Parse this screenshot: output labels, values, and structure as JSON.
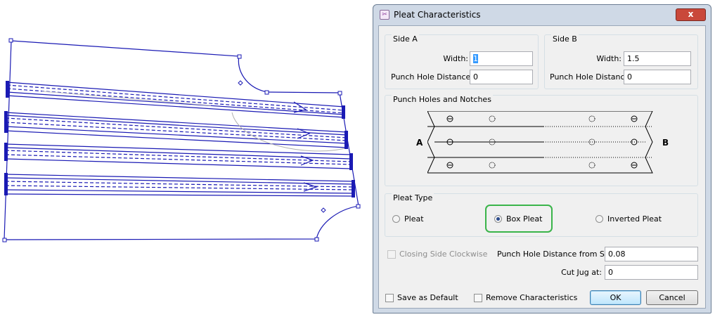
{
  "dialog": {
    "title": "Pleat Characteristics",
    "close_glyph": "x",
    "app_icon": "pleat-app-icon"
  },
  "side_a": {
    "title": "Side A",
    "width_label": "Width:",
    "width_value": "1",
    "punch_label": "Punch Hole Distance:",
    "punch_value": "0"
  },
  "side_b": {
    "title": "Side B",
    "width_label": "Width:",
    "width_value": "1.5",
    "punch_label": "Punch Hole Distance:",
    "punch_value": "0"
  },
  "punch_holes": {
    "title": "Punch Holes and Notches",
    "label_a": "A",
    "label_b": "B"
  },
  "pleat_type": {
    "title": "Pleat Type",
    "options": [
      "Pleat",
      "Box Pleat",
      "Inverted Pleat"
    ],
    "selected": "Box Pleat",
    "highlight_color": "#3ab44a"
  },
  "options": {
    "closing_side_label": "Closing Side Clockwise",
    "punch_side_label": "Punch Hole Distance from Side:",
    "punch_side_value": "0.08",
    "cut_jug_label": "Cut Jug at:",
    "cut_jug_value": "0"
  },
  "footer": {
    "save_default_label": "Save as Default",
    "remove_label": "Remove Characteristics",
    "ok_label": "OK",
    "cancel_label": "Cancel"
  },
  "colors": {
    "pattern_line": "#1a1ab4",
    "dialog_frame": "#cfd9e6"
  }
}
